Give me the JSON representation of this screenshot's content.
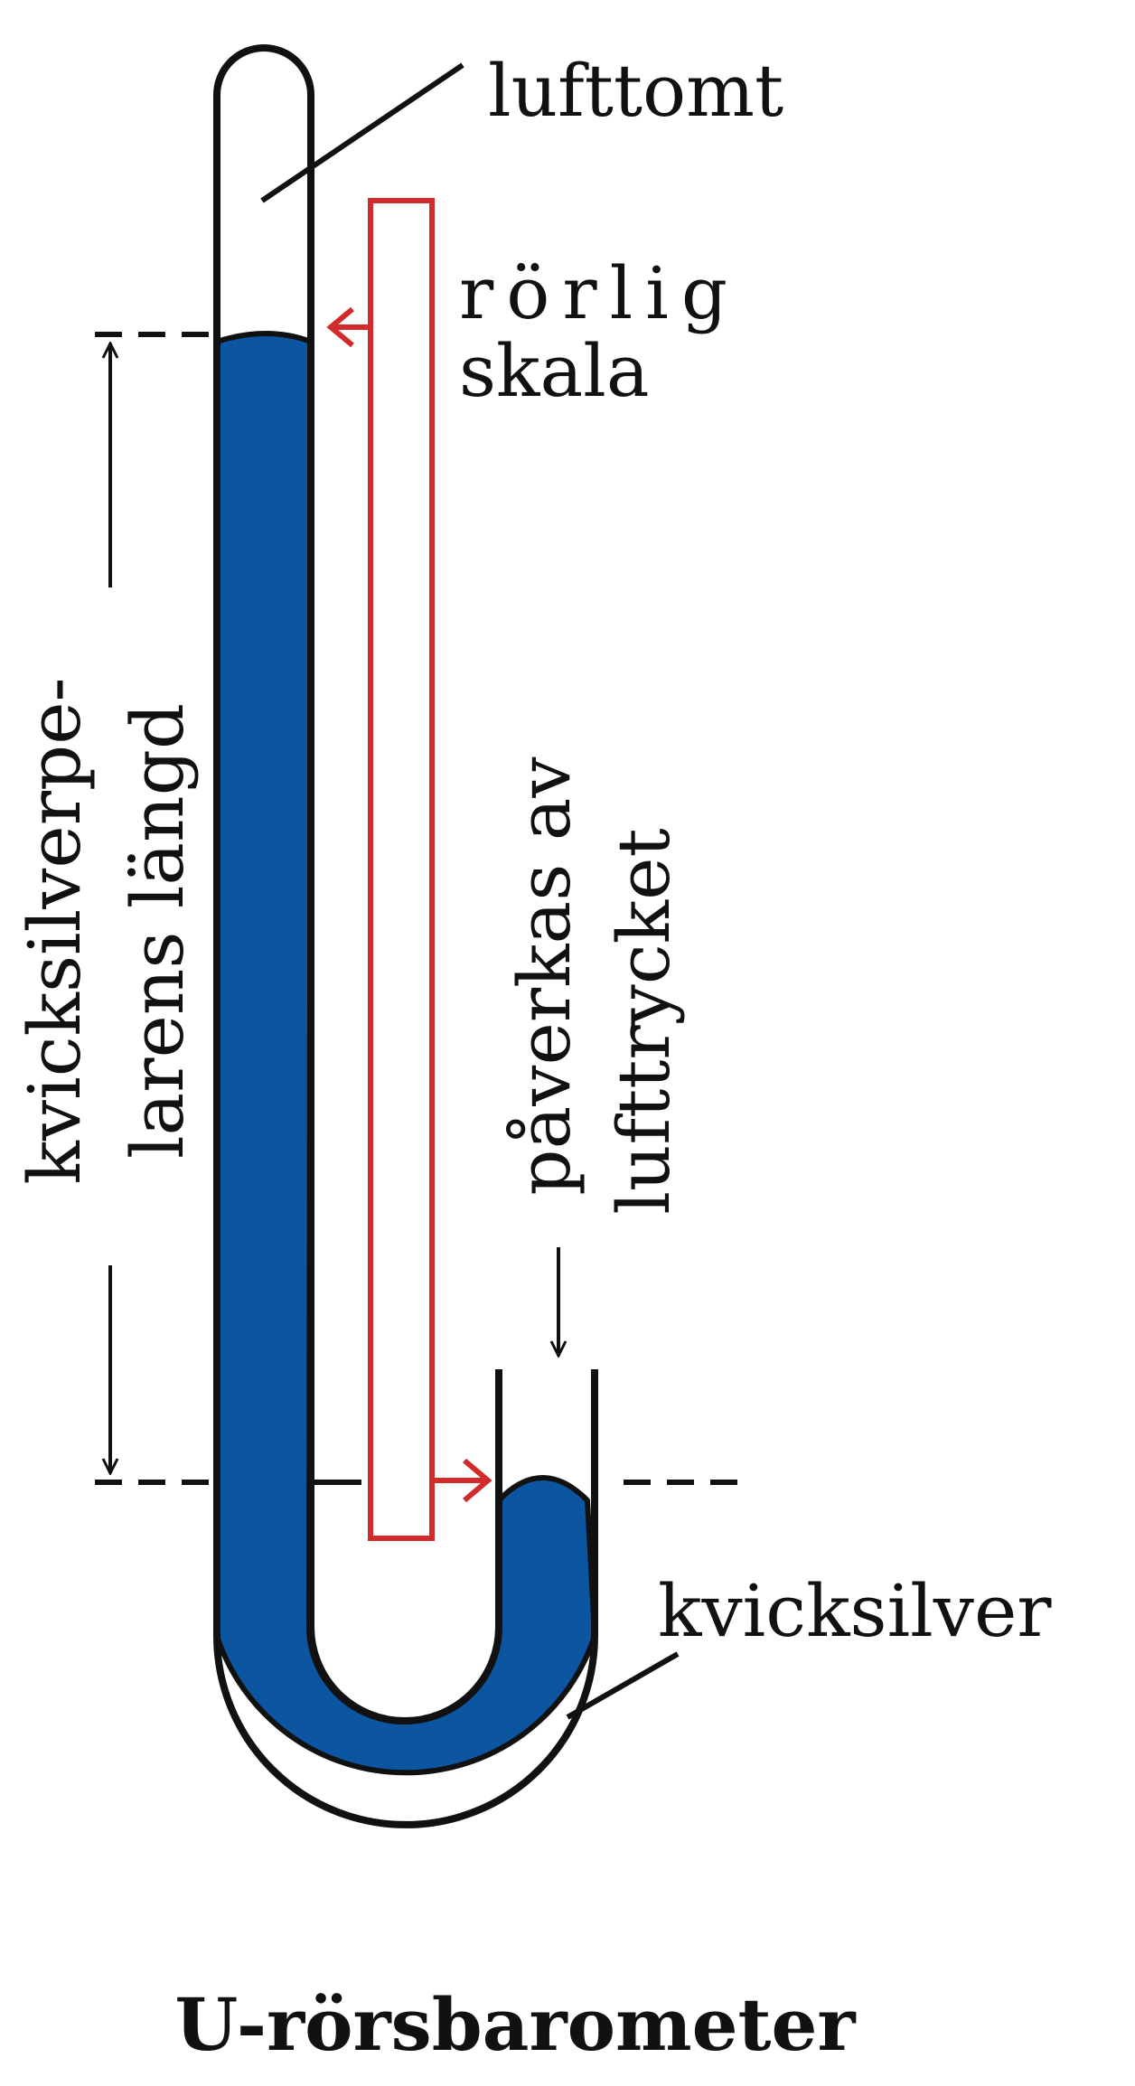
{
  "labels": {
    "vacuum": "lufttomt",
    "scale_line1": "rörlig",
    "scale_line2": "skala",
    "column_line1": "kvicksilverpe-",
    "column_line2": "larens längd",
    "pressure_line1": "påverkas av",
    "pressure_line2": "lufttrycket",
    "mercury": "kvicksilver",
    "caption": "U-rörsbarometer"
  },
  "colors": {
    "mercury": "#0c55a1",
    "scale": "#d22b2b",
    "ink": "#111111",
    "background": "#ffffff"
  }
}
